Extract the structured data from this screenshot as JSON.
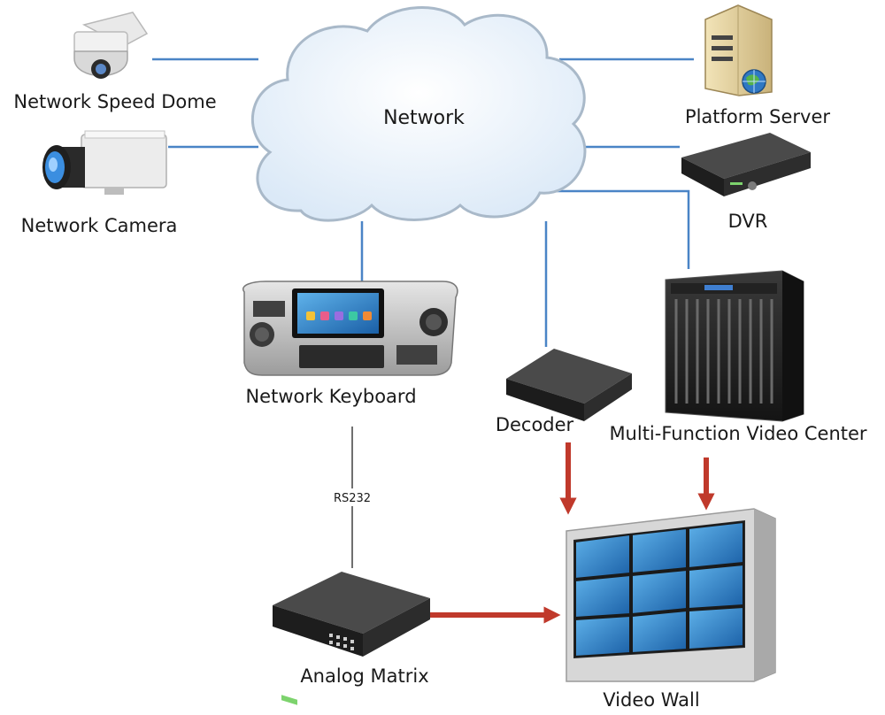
{
  "cloud": {
    "label": "Network"
  },
  "devices": {
    "speed_dome": "Network Speed Dome",
    "network_camera": "Network Camera",
    "platform_server": "Platform Server",
    "dvr": "DVR",
    "network_keyboard": "Network Keyboard",
    "decoder": "Decoder",
    "video_center": "Multi-Function Video Center",
    "analog_matrix": "Analog Matrix",
    "video_wall": "Video Wall"
  },
  "links": {
    "rs232": "RS232"
  },
  "colors": {
    "link_line": "#4a84c6",
    "signal_arrow": "#c0392b",
    "cloud_fill": "#e8f1fb"
  }
}
